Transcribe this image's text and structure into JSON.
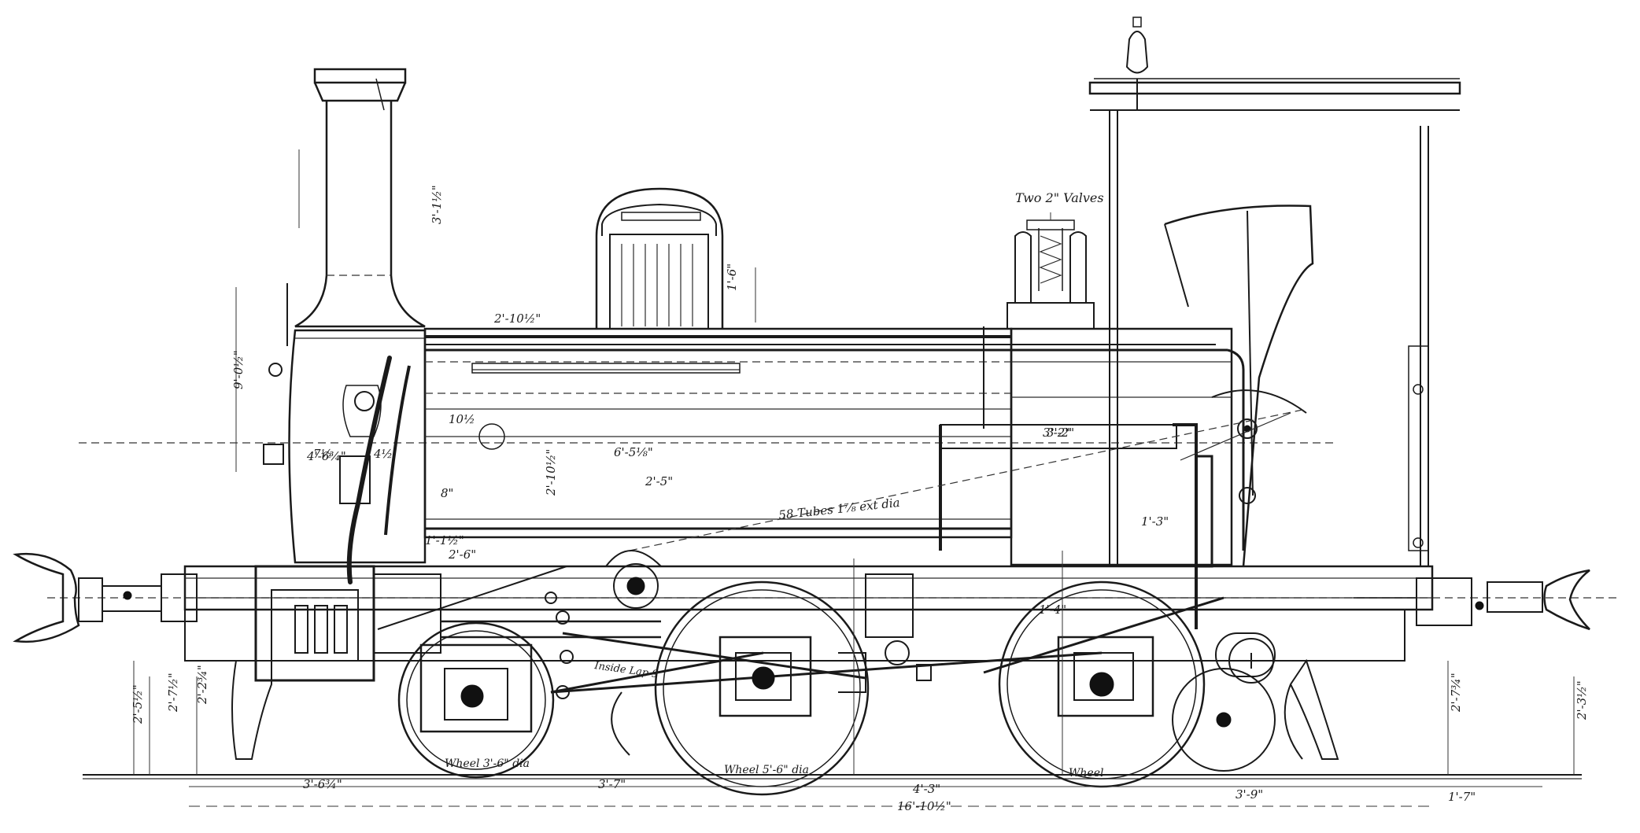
{
  "drawing": {
    "ink_color": "#1a1a1a",
    "paper_color": "#ffffff"
  },
  "annotations": {
    "valves_note": "Two 2\" Valves",
    "tubes_note": "58 Tubes 1⅞ ext dia",
    "wheel_front": "Wheel 3'-6\" dia",
    "wheel_mid": "Wheel 5'-6\" dia",
    "wheel_rear": "Wheel",
    "inside_note": "Inside Lap 9"
  },
  "dimensions": {
    "chimney": "3'-1½\"",
    "smokebox_height": "9'-0½\"",
    "dome_top": "1'-6\"",
    "boiler_length": "2'-10½\"",
    "barrel_a": "2'-5\"",
    "barrel_b": "2'-10½\"",
    "firebox_len": "3'-2\"",
    "tank_a": "10½",
    "tank_b": "6'-5⅛\"",
    "front_left": "4'-6¾\"",
    "smoke_a": "7½",
    "smoke_b": "4½",
    "smoke_c": "8\"",
    "frame_a": "1'-1½\"",
    "frame_b": "2'-6\"",
    "buffer_h1": "2'-5½\"",
    "buffer_h2": "2'-7½\"",
    "buffer_h3": "2'-2¾\"",
    "cab_h": "2'-7¾\"",
    "rear_h": "2'-3½\"",
    "wb_1": "3'-6¾\"",
    "wb_2": "3'-7\"",
    "wb_3": "4'-3\"",
    "wb_total": "16'-10½\"",
    "wb_4": "3'-9\"",
    "wb_5": "1'-7\"",
    "small_1": "3'-2\"",
    "small_2": "1'-3\"",
    "small_3": "1'-4\""
  }
}
